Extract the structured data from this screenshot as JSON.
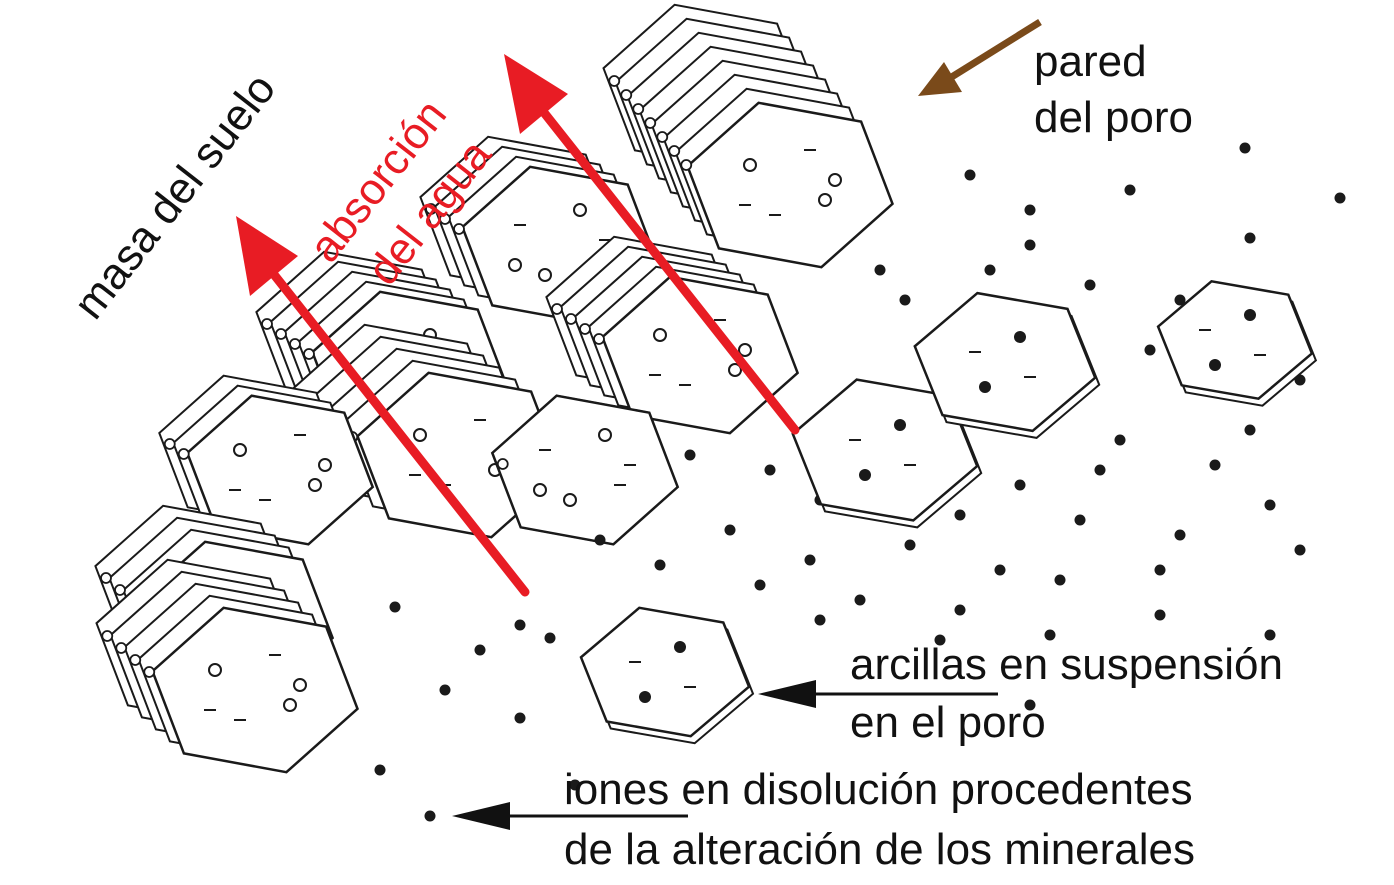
{
  "labels": {
    "soil_mass": "masa del suelo",
    "water_absorption": [
      "absorción",
      "del agua"
    ],
    "pore_wall": [
      "pared",
      "del poro"
    ],
    "suspended_clays": [
      "arcillas en suspensión",
      "en el poro"
    ],
    "dissolved_ions": [
      "iones en disolución procedentes",
      "de la alteración de los minerales"
    ]
  },
  "colors": {
    "absorption_arrow": "#e81c24",
    "pore_wall_arrow": "#7a4a1a",
    "pointer_arrow": "#111111",
    "line_art": "#1a1a1a",
    "ion_dot": "#1a1a1a"
  }
}
